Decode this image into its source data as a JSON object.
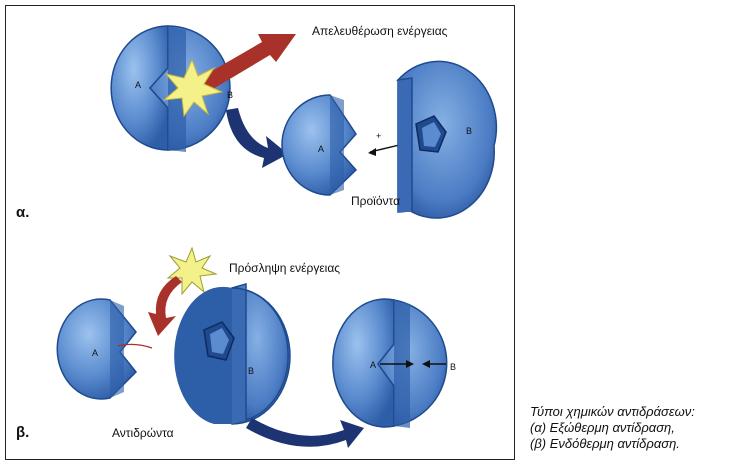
{
  "labels": {
    "release_energy": "Απελευθέρωση ενέργειας",
    "products": "Προϊόντα",
    "absorb_energy": "Πρόσληψη ενέργειας",
    "reactants": "Αντιδρώντα",
    "part_a": "α.",
    "part_b": "β."
  },
  "molecule_letters": {
    "a": "A",
    "b": "B"
  },
  "caption": {
    "line1": "Τύποι χημικών αντιδράσεων:",
    "line2": "(α) Εξώθερμη αντίδραση,",
    "line3": "(β) Ενδόθερμη αντίδραση."
  },
  "colors": {
    "molecule_fill": "#5b8ccf",
    "molecule_dark": "#1f4a8f",
    "arrow_navy": "#1d3372",
    "arrow_red": "#a8322a",
    "star": "#f4f08a"
  }
}
